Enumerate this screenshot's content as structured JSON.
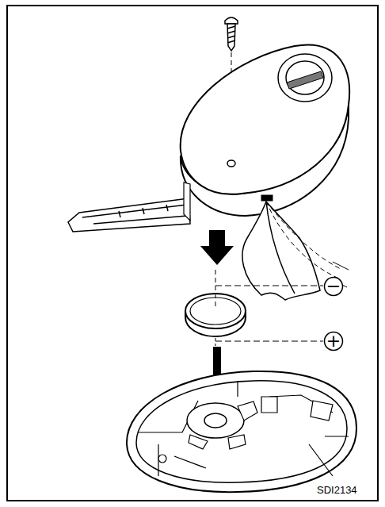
{
  "diagram": {
    "nodes": [
      {
        "text": [
          "−"
        ]
      },
      {
        "text": [
          "+"
        ]
      }
    ],
    "labels": [
      "SDI2134"
    ]
  }
}
